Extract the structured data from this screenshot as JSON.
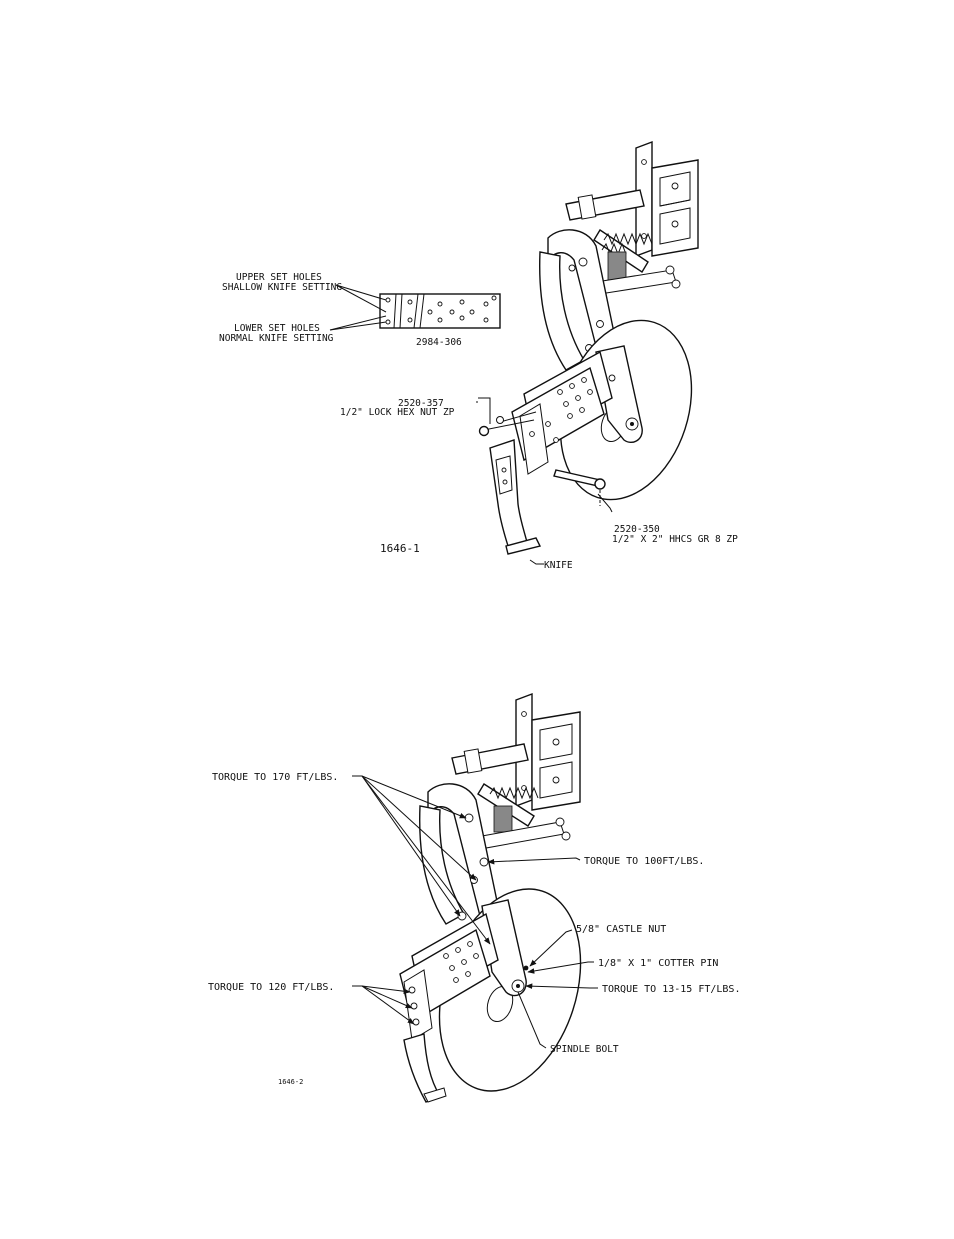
{
  "figure1": {
    "id": "1646-1",
    "bracket_part": "2984-306",
    "labels": {
      "upper_line1": "UPPER SET HOLES",
      "upper_line2": "SHALLOW KNIFE SETTING",
      "lower_line1": "LOWER SET HOLES",
      "lower_line2": "NORMAL KNIFE SETTING",
      "nut_part": "2520-357",
      "nut_desc": "1/2\" LOCK HEX NUT ZP",
      "bolt_part": "2520-350",
      "bolt_desc": "1/2\" X 2\" HHCS GR 8 ZP",
      "knife": "KNIFE"
    }
  },
  "figure2": {
    "id": "1646-2",
    "labels": {
      "torque_170": "TORQUE TO 170 FT/LBS.",
      "torque_100": "TORQUE TO 100FT/LBS.",
      "castle_nut": "5/8\" CASTLE NUT",
      "cotter_pin": "1/8\" X 1\" COTTER PIN",
      "torque_120": "TORQUE TO 120 FT/LBS.",
      "torque_13_15": "TORQUE TO 13-15 FT/LBS.",
      "spindle_bolt": "SPINDLE BOLT"
    }
  }
}
